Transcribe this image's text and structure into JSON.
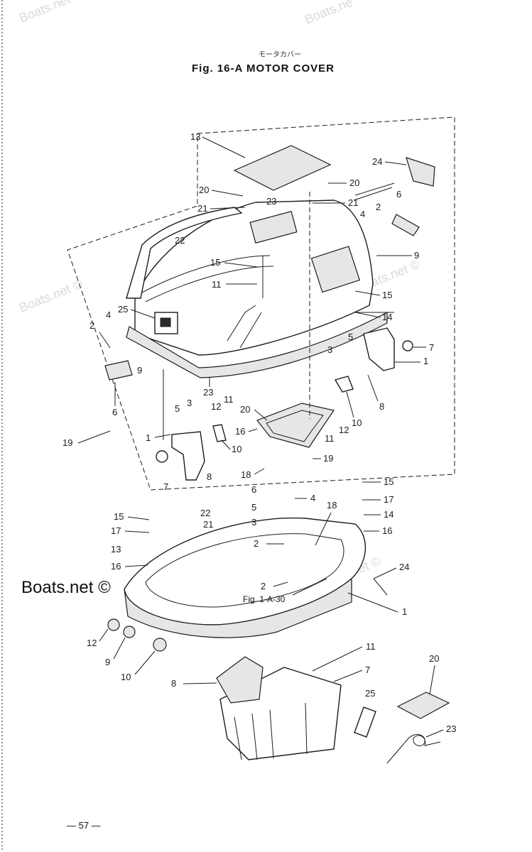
{
  "header": {
    "japanese_caption": "モータカバー",
    "figure_title": "Fig. 16-A   MOTOR COVER"
  },
  "watermarks": {
    "text": "Boats.net ©",
    "short": "Boats.ne",
    "corner": "Boats.net",
    "inline": "Boats.net ©"
  },
  "reference_note": "Fig. 1-A-30",
  "page_number": "— 57 —",
  "callouts": {
    "c13": "13",
    "c24a": "24",
    "c20a": "20",
    "c20b": "20",
    "c23a": "23",
    "c21a": "21",
    "c21b": "21",
    "c6a": "6",
    "c22a": "22",
    "c4a": "4",
    "c2a": "2",
    "c9a": "9",
    "c15a": "15",
    "c11a": "11",
    "c15b": "15",
    "c14a": "14",
    "c4b": "4",
    "c25a": "25",
    "c2b": "2",
    "c5a": "5",
    "c3a": "3",
    "c7a": "7",
    "c1a": "1",
    "c9b": "9",
    "c6b": "6",
    "c23b": "23",
    "c8a": "8",
    "c11b": "11",
    "c12a": "12",
    "c10a": "10",
    "c5b": "5",
    "c3b": "3",
    "c20c": "20",
    "c16a": "16",
    "c11c": "11",
    "c12b": "12",
    "c10b": "10",
    "c19a": "19",
    "c1b": "1",
    "c7b": "7",
    "c8b": "8",
    "c18a": "18",
    "c19b": "19",
    "c15c": "15",
    "c17a": "17",
    "c14b": "14",
    "c16b": "16",
    "c6c": "6",
    "c4c": "4",
    "c5c": "5",
    "c3c": "3",
    "c18b": "18",
    "c15d": "15",
    "c22b": "22",
    "c21c": "21",
    "c17b": "17",
    "c13b": "13",
    "c16c": "16",
    "c2c": "2",
    "c2d": "2",
    "c24b": "24",
    "c1c": "1",
    "c12c": "12",
    "c9c": "9",
    "c10c": "10",
    "c11d": "11",
    "c8c": "8",
    "c7c": "7",
    "c20d": "20",
    "c25b": "25",
    "c23c": "23"
  }
}
